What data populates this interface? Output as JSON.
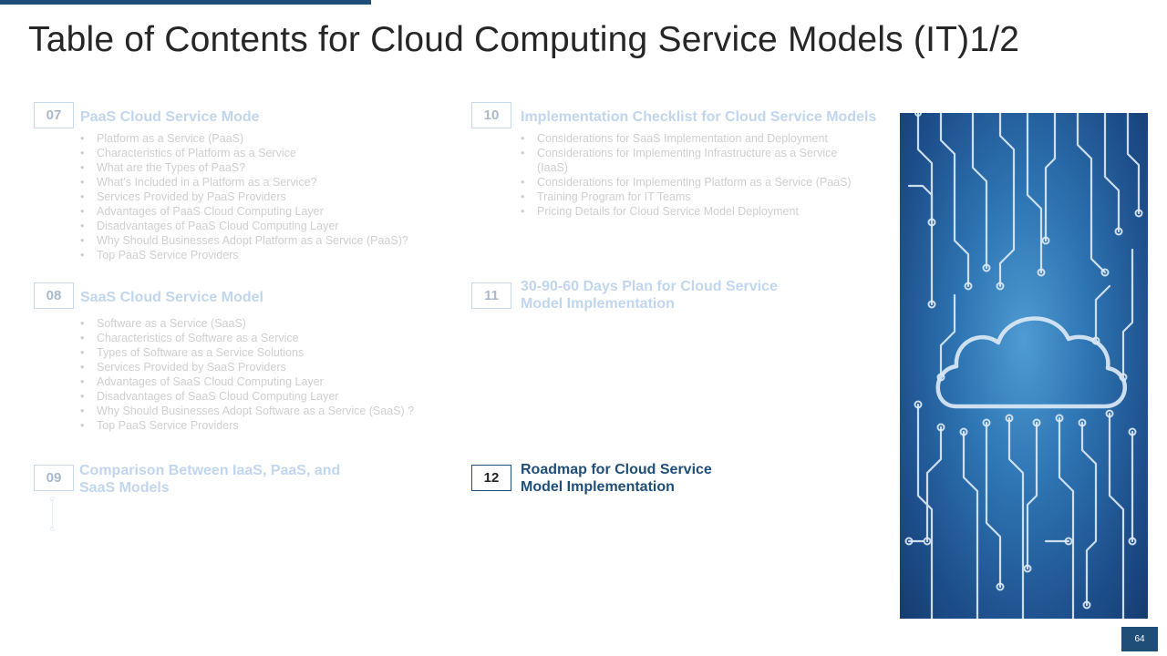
{
  "title": "Table of Contents for Cloud Computing Service Models (IT)1/2",
  "page_number": "64",
  "sections": [
    {
      "number": "07",
      "heading": "PaaS Cloud Service Mode",
      "items": [
        "Platform as a Service (PaaS)",
        "Characteristics of Platform as a Service",
        "What are the Types of PaaS?",
        "What’s Included in a Platform as a Service?",
        "Services Provided by PaaS Providers",
        "Advantages of PaaS Cloud Computing Layer",
        "Disadvantages of PaaS Cloud Computing Layer",
        "Why Should Businesses Adopt Platform as a Service (PaaS)?",
        "Top PaaS Service Providers"
      ]
    },
    {
      "number": "08",
      "heading": "SaaS Cloud Service Model",
      "items": [
        "Software as a Service (SaaS)",
        "Characteristics of Software as a Service",
        "Types of Software as a Service Solutions",
        "Services Provided by SaaS Providers",
        "Advantages of SaaS Cloud Computing Layer",
        "Disadvantages of SaaS Cloud Computing Layer",
        "Why Should Businesses Adopt Software as a Service (SaaS) ?",
        "Top PaaS Service Providers"
      ]
    },
    {
      "number": "09",
      "heading_line1": "Comparison Between IaaS, PaaS, and",
      "heading_line2": "SaaS Models"
    },
    {
      "number": "10",
      "heading": "Implementation Checklist for Cloud Service Models",
      "items": [
        "Considerations for SaaS Implementation and Deployment",
        "Considerations for Implementing Infrastructure as a Service",
        "(IaaS)",
        "Considerations for Implementing Platform as a Service (PaaS)",
        "Training Program for IT Teams",
        "Pricing Details for Cloud Service Model Deployment"
      ]
    },
    {
      "number": "11",
      "heading_line1": "30-90-60 Days Plan for Cloud Service",
      "heading_line2": "Model Implementation"
    },
    {
      "number": "12",
      "heading_line1": "Roadmap for Cloud Service",
      "heading_line2": "Model Implementation",
      "active": true
    }
  ]
}
